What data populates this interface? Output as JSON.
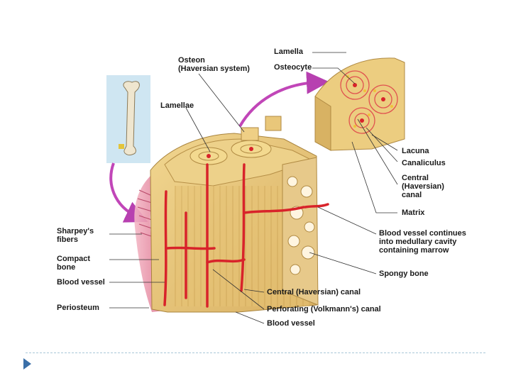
{
  "diagram": {
    "labels_top": {
      "osteon": "Osteon\n(Haversian system)",
      "lamella": "Lamella",
      "osteocyte": "Osteocyte",
      "lamellae": "Lamellae"
    },
    "labels_right": {
      "lacuna": "Lacuna",
      "canaliculus": "Canaliculus",
      "central_canal": "Central\n(Haversian)\ncanal",
      "matrix": "Matrix",
      "blood_vessel_continues": "Blood vessel continues\ninto medullary cavity\ncontaining marrow",
      "spongy_bone": "Spongy bone"
    },
    "labels_left": {
      "sharpeys_fibers": "Sharpey's\nfibers",
      "compact_bone": "Compact\nbone",
      "blood_vessel": "Blood vessel",
      "periosteum": "Periosteum"
    },
    "labels_bottom": {
      "central_haversian_canal": "Central (Haversian) canal",
      "perforating_canal": "Perforating (Volkmann's) canal",
      "blood_vessel": "Blood vessel"
    }
  },
  "colors": {
    "bone": "#e8c77a",
    "bone_dark": "#c9a14f",
    "vessel": "#d8232a",
    "periosteum": "#d9788f",
    "arrow": "#c146b8",
    "inset_bg": "#cfe6f2",
    "nav_accent": "#3a6fa8"
  }
}
